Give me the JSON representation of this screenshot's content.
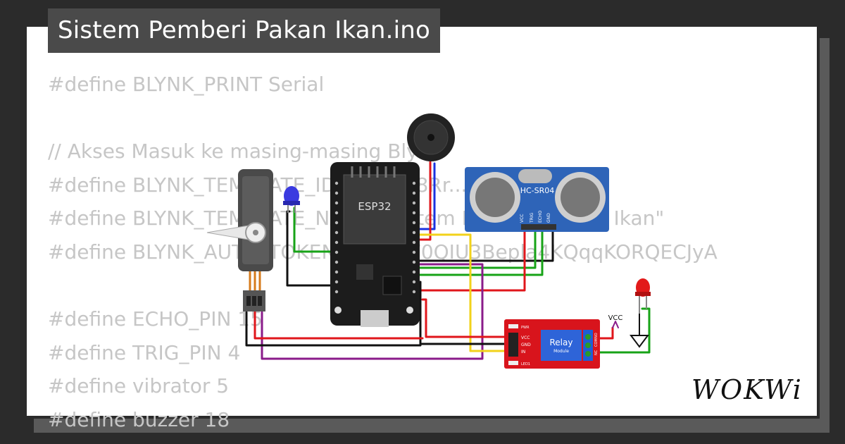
{
  "title": "Sistem Pemberi Pakan Ikan.ino",
  "code_lines": [
    "#define BLYNK_PRINT Serial",
    "",
    "// Akses Masuk ke masing-masing Blynk",
    "#define BLYNK_TEMPLATE_ID \"TMPL68Rr...\"",
    "#define BLYNK_TEMPLATE_NAME \"Sistem Pemberi Pakan Ikan\"",
    "#define BLYNK_AUTH_TOKEN \"...kIIrW0QIU3Bepla4KQqqKORQECJyA",
    "",
    "#define ECHO_PIN 15",
    "#define TRIG_PIN 4",
    "#define vibrator 5",
    "#define buzzer 18"
  ],
  "components": {
    "mcu": "ESP32",
    "sensor": "HC-SR04",
    "sensor_pins": [
      "VCC",
      "TRIG",
      "ECHO",
      "GND"
    ],
    "relay_label": "Relay",
    "relay_sub": "Module",
    "relay_pins": [
      "VCC",
      "GND",
      "IN"
    ],
    "relay_pwr": "PWR",
    "relay_led": "LED1",
    "relay_out": [
      "NO",
      "COM",
      "NC"
    ],
    "vcc_label": "VCC"
  },
  "logo": "WOKWi",
  "colors": {
    "background": "#2b2b2b",
    "card": "#ffffff",
    "title_bg": "#4a4a4a",
    "wire_red": "#e0161b",
    "wire_black": "#111111",
    "wire_green": "#17a317",
    "wire_purple": "#8a1b8a",
    "wire_yellow": "#f2d21a",
    "wire_blue": "#1a33e0",
    "relay_board": "#d8141c",
    "sensor_board": "#2e64b8"
  }
}
